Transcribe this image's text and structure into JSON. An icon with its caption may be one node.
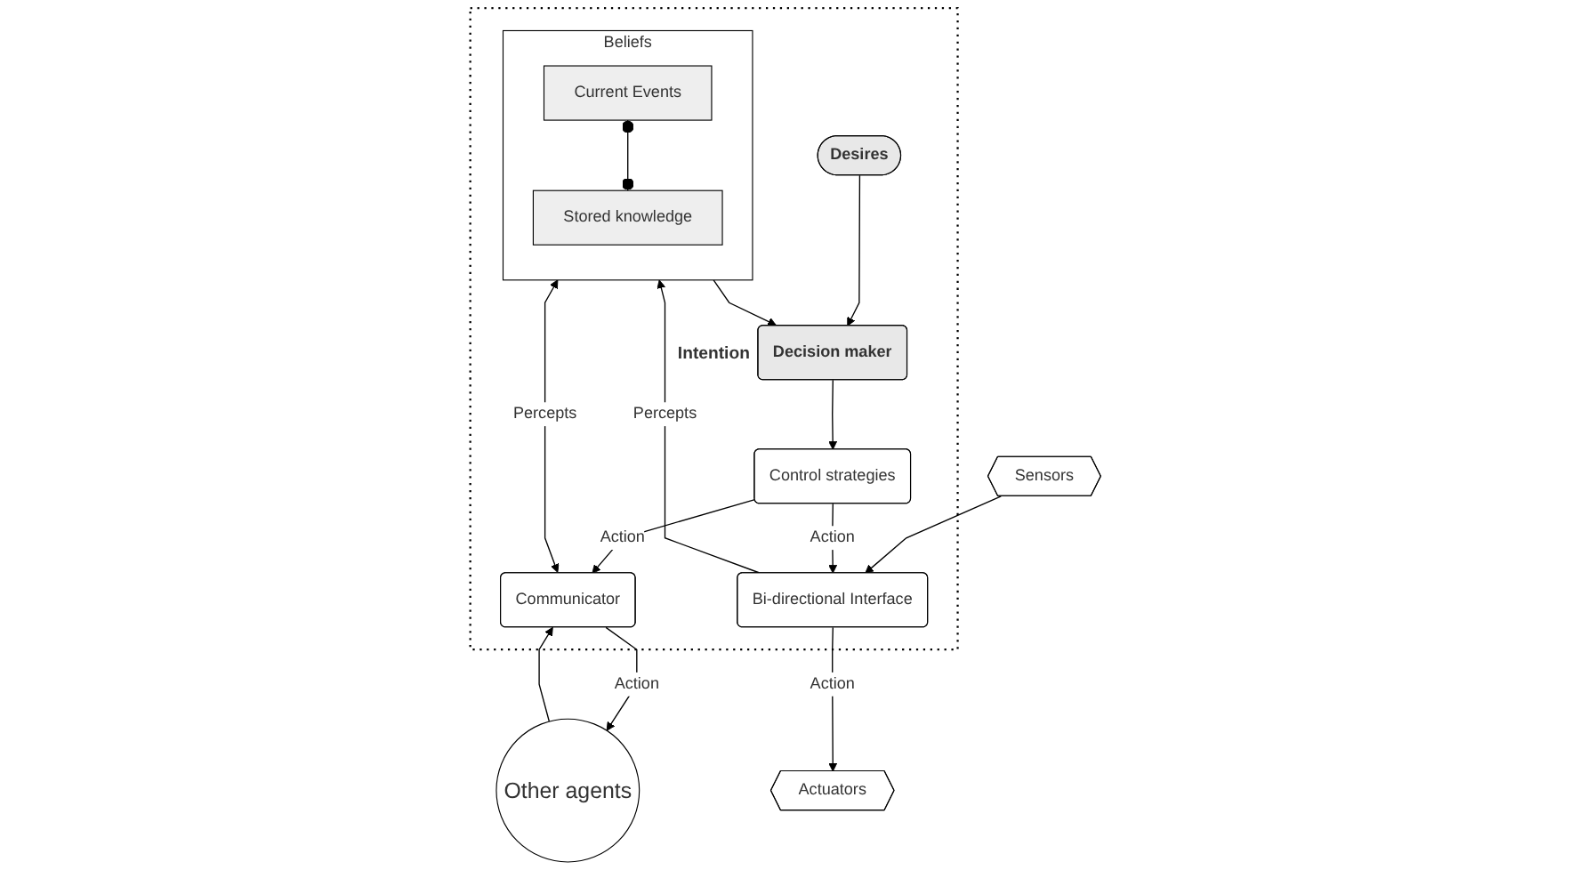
{
  "diagram": {
    "nodes": [
      {
        "text": [
          "Other agents"
        ]
      },
      {
        "text": [
          "Actuators"
        ]
      },
      {
        "text": [
          "Sensors"
        ]
      },
      {
        "text": [],
        "shape": "box"
      },
      {
        "text": [
          "Communicator"
        ],
        "in": 3
      },
      {
        "text": [
          "Bi-directional Interface"
        ],
        "in": 3
      },
      {
        "text": [
          "Beliefs"
        ],
        "in": 3
      },
      {
        "text": [
          "Current Events"
        ],
        "in": 6
      },
      {
        "text": [
          "Stored knowledge"
        ],
        "in": 6
      },
      {
        "text": [
          "Desires"
        ],
        "in": 3
      },
      {
        "text": [
          "Decision maker"
        ],
        "in": 3,
        "beside": [
          "Intention"
        ]
      },
      {
        "text": [
          "Control strategies"
        ],
        "in": 3
      }
    ],
    "edges": [
      {
        "from": 0,
        "to": 4,
        "arrow": "to"
      },
      {
        "from": 4,
        "to": 0,
        "arrow": "to",
        "label": "Action"
      },
      {
        "from": 2,
        "to": 5,
        "arrow": "to"
      },
      {
        "from": 5,
        "to": 1,
        "arrow": "to",
        "label": "Action"
      },
      {
        "from": 4,
        "to": 6,
        "arrow": "both",
        "label": "Percepts"
      },
      {
        "from": 5,
        "to": 6,
        "arrow": "to",
        "label": "Percepts"
      },
      {
        "from": 7,
        "to": 8,
        "arrow": "other"
      },
      {
        "from": 6,
        "to": 10,
        "arrow": "to"
      },
      {
        "from": 9,
        "to": 10,
        "arrow": "to"
      },
      {
        "from": 10,
        "to": 11,
        "arrow": "to"
      },
      {
        "from": 11,
        "to": 4,
        "arrow": "to",
        "label": "Action"
      },
      {
        "from": 11,
        "to": 5,
        "arrow": "to",
        "label": "Action"
      }
    ]
  }
}
